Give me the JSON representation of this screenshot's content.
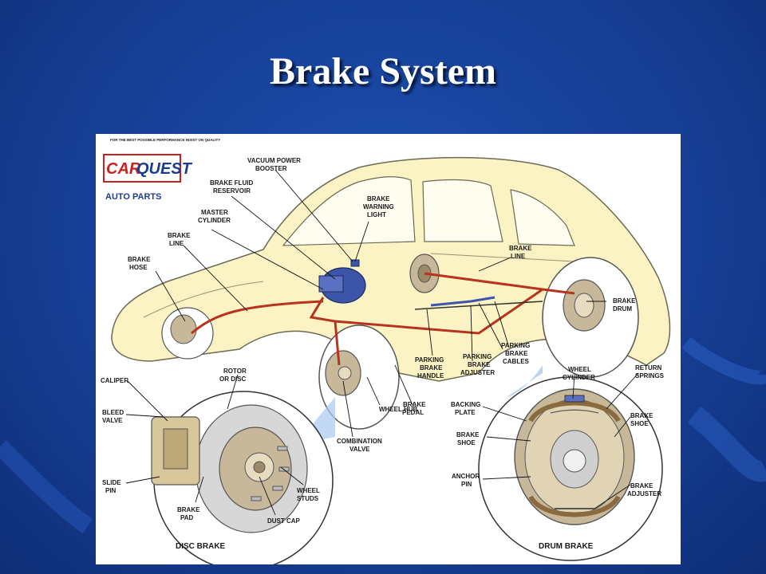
{
  "title": "Brake System",
  "colors": {
    "background": "#163f95",
    "brake_line": "#b8331f",
    "car_body": "#fbf3c4"
  },
  "logo": {
    "tagline": "FOR THE BEST POSSIBLE PERFORMANCE INSIST ON QUALITY",
    "brand": "CARQUEST",
    "brand_left": "CAR",
    "brand_right": "QUEST",
    "sub": "AUTO PARTS"
  },
  "labels": {
    "vacuum_power_booster": [
      "VACUUM POWER",
      "BOOSTER"
    ],
    "brake_fluid_reservoir": [
      "BRAKE FLUID",
      "RESERVOIR"
    ],
    "master_cylinder": [
      "MASTER",
      "CYLINDER"
    ],
    "brake_line_front": [
      "BRAKE",
      "LINE"
    ],
    "brake_hose": [
      "BRAKE",
      "HOSE"
    ],
    "brake_warning_light": [
      "BRAKE",
      "WARNING",
      "LIGHT"
    ],
    "brake_line_rear": [
      "BRAKE",
      "LINE"
    ],
    "brake_drum": [
      "BRAKE",
      "DRUM"
    ],
    "parking_brake_handle": [
      "PARKING",
      "BRAKE",
      "HANDLE"
    ],
    "parking_brake_adjuster": [
      "PARKING",
      "BRAKE",
      "ADJUSTER"
    ],
    "parking_brake_cables": [
      "PARKING",
      "BRAKE",
      "CABLES"
    ],
    "brake_pedal": [
      "BRAKE",
      "PEDAL"
    ],
    "wheel_hub": [
      "WHEEL HUB"
    ],
    "combination_valve": [
      "COMBINATION",
      "VALVE"
    ],
    "caliper": [
      "CALIPER"
    ],
    "bleed_valve": [
      "BLEED",
      "VALVE"
    ],
    "rotor_or_disc": [
      "ROTOR",
      "OR DISC"
    ],
    "slide_pin": [
      "SLIDE",
      "PIN"
    ],
    "brake_pad": [
      "BRAKE",
      "PAD"
    ],
    "dust_cap": [
      "DUST CAP"
    ],
    "wheel_studs": [
      "WHEEL",
      "STUDS"
    ],
    "wheel_cylinder": [
      "WHEEL",
      "CYLINDER"
    ],
    "return_springs": [
      "RETURN",
      "SPRINGS"
    ],
    "backing_plate": [
      "BACKING",
      "PLATE"
    ],
    "brake_shoe_left": [
      "BRAKE",
      "SHOE"
    ],
    "brake_shoe_right": [
      "BRAKE",
      "SHOE"
    ],
    "anchor_pin": [
      "ANCHOR",
      "PIN"
    ],
    "brake_adjuster": [
      "BRAKE",
      "ADJUSTER"
    ]
  },
  "captions": {
    "disc": "DISC BRAKE",
    "drum": "DRUM BRAKE"
  }
}
